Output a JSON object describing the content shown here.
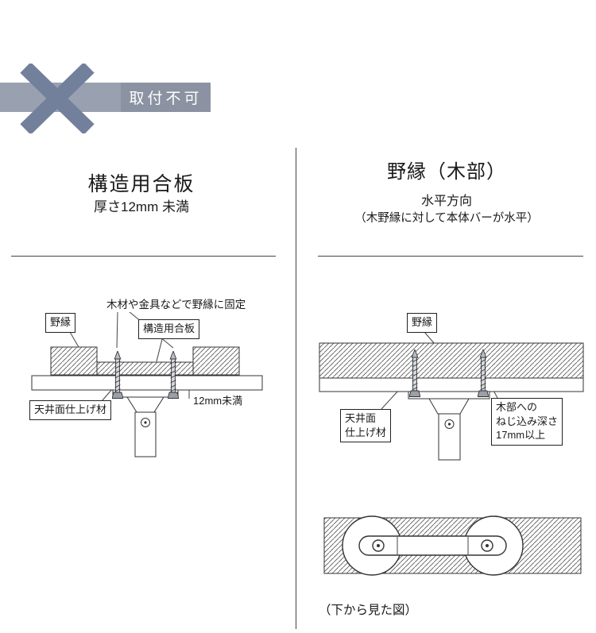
{
  "colors": {
    "banner_bar": "#99a1b0",
    "banner_label_bg": "#8b93a2",
    "x_mark": "#73809c",
    "line": "#333333"
  },
  "banner": {
    "label": "取付不可"
  },
  "left_column": {
    "title": "構造用合板",
    "subtitle": "厚さ12mm 未満",
    "diagram": {
      "caption": "木材や金具などで野縁に固定",
      "labels": {
        "joist": "野縁",
        "plywood": "構造用合板",
        "ceiling_finish": "天井面仕上げ材",
        "thickness": "12mm未満"
      }
    }
  },
  "right_column": {
    "title": "野縁（木部）",
    "subtitle": "水平方向",
    "note": "（木野縁に対して本体バーが水平）",
    "diagram": {
      "labels": {
        "joist": "野縁",
        "ceiling_finish": "天井面\n仕上げ材",
        "screw_depth": "木部への\nねじ込み深さ\n17mm以上"
      }
    },
    "bottom_view_caption": "（下から見た図）"
  }
}
